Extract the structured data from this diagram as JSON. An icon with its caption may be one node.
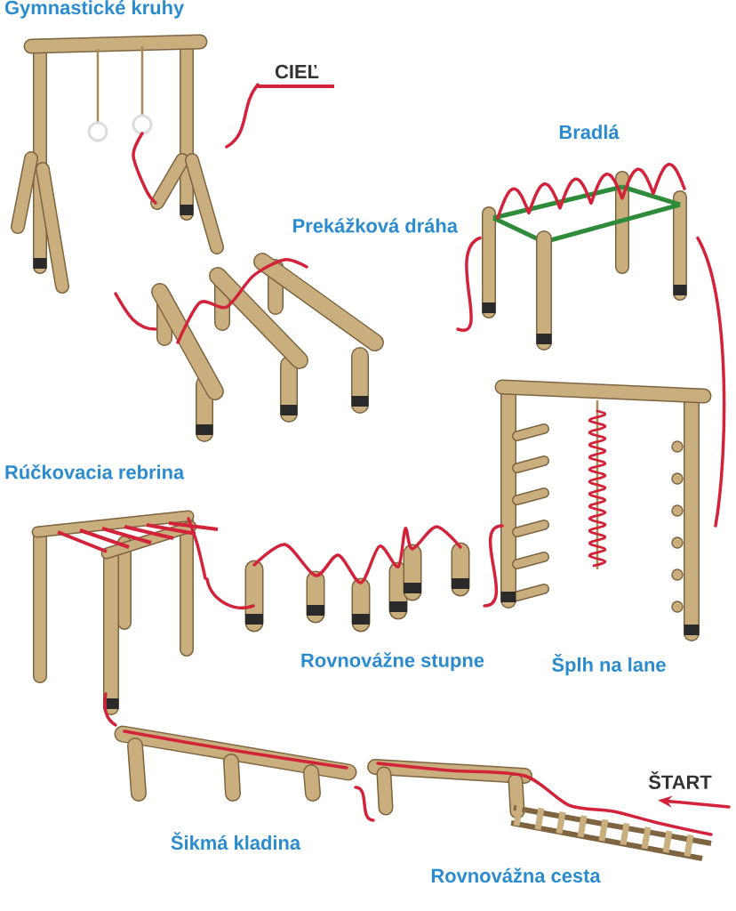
{
  "diagram": {
    "nodes": [
      {
        "text": [
          "Gymnastické kruhy"
        ]
      },
      {
        "text": [
          "CIEĽ"
        ]
      },
      {
        "text": [
          "Bradlá"
        ]
      },
      {
        "text": [
          "Prekážková dráha"
        ]
      },
      {
        "text": [
          "Rúčkovacia rebrina"
        ]
      },
      {
        "text": [
          "Rovnovážne stupne"
        ]
      },
      {
        "text": [
          "Šplh na lane"
        ]
      },
      {
        "text": [
          "Šikmá kladina"
        ]
      },
      {
        "text": [
          "Rovnovážna cesta"
        ]
      }
    ],
    "edges": [
      {
        "from": null,
        "to": 8,
        "arrow": "to",
        "label": "ŠTART"
      },
      {
        "from": 8,
        "to": 7,
        "arrow": "none"
      },
      {
        "from": 7,
        "to": 4,
        "arrow": "none"
      },
      {
        "from": 4,
        "to": 5,
        "arrow": "none"
      },
      {
        "from": 5,
        "to": 6,
        "arrow": "none"
      },
      {
        "from": 6,
        "to": 2,
        "arrow": "none"
      },
      {
        "from": 2,
        "to": 3,
        "arrow": "none"
      },
      {
        "from": 3,
        "to": 0,
        "arrow": "none"
      },
      {
        "from": 0,
        "to": 1,
        "arrow": "none"
      }
    ]
  }
}
